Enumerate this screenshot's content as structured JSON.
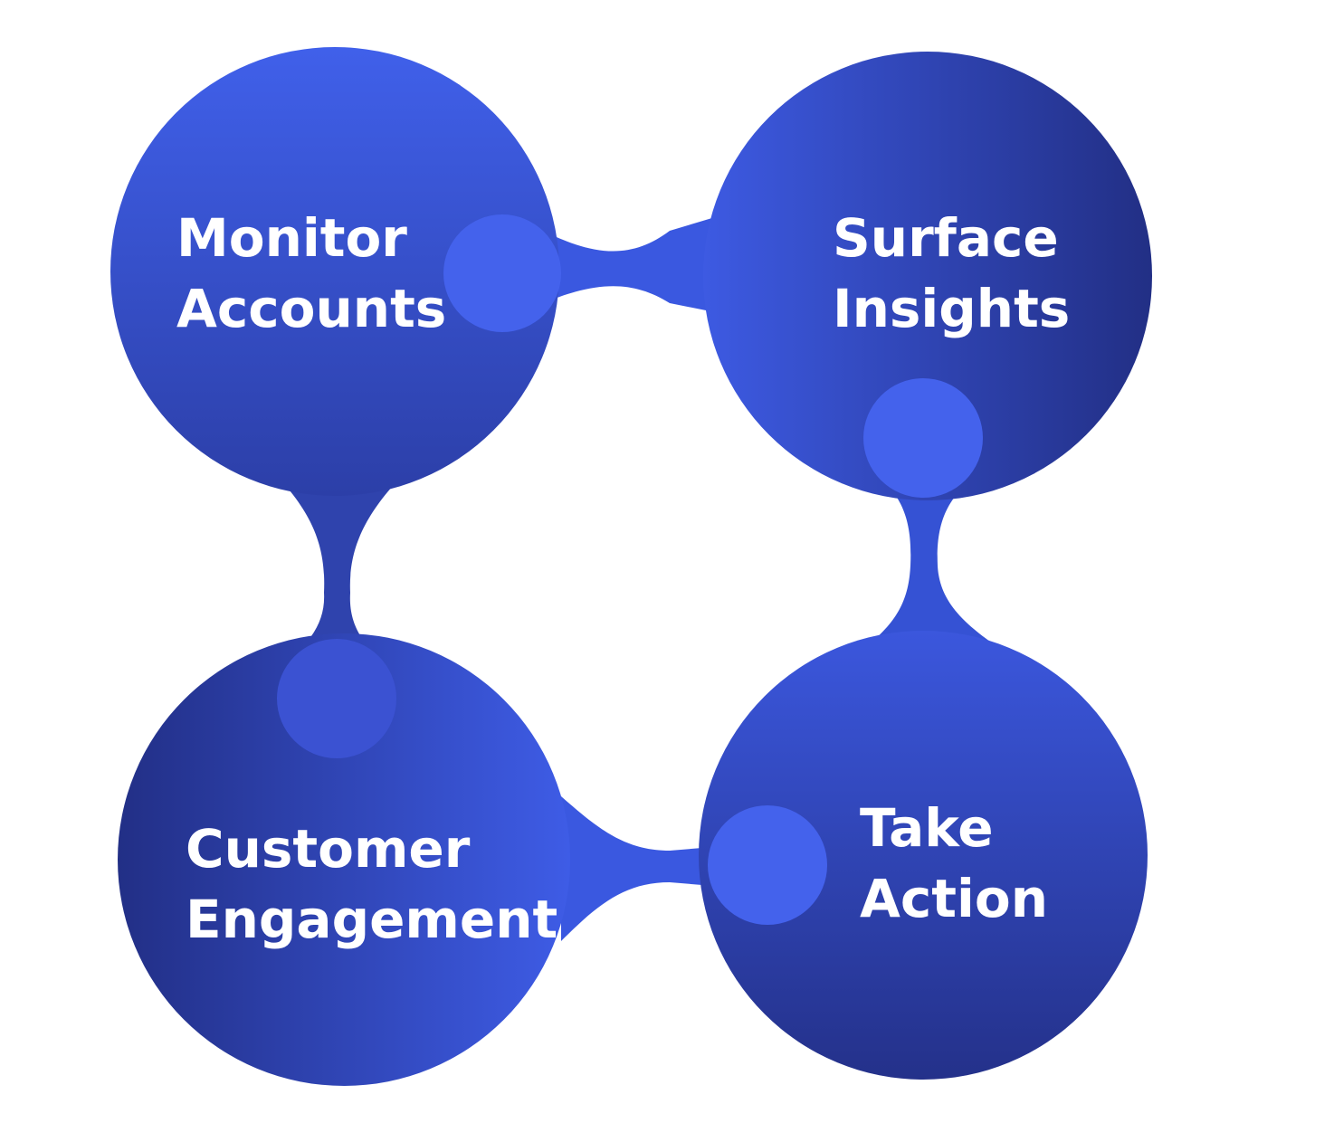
{
  "diagram": {
    "colors": {
      "background": "#ffffff",
      "bubble_light": "#3f5fe8",
      "bubble_mid": "#3350cf",
      "bubble_dark": "#223087",
      "knob": "#4462ec",
      "label": "#ffffff"
    },
    "nodes": [
      {
        "id": "monitor-accounts",
        "lines": [
          "Monitor",
          "Accounts"
        ]
      },
      {
        "id": "surface-insights",
        "lines": [
          "Surface",
          "Insights"
        ]
      },
      {
        "id": "take-action",
        "lines": [
          "Take",
          "Action"
        ]
      },
      {
        "id": "customer-engagement",
        "lines": [
          "Customer",
          "Engagement"
        ]
      }
    ]
  }
}
